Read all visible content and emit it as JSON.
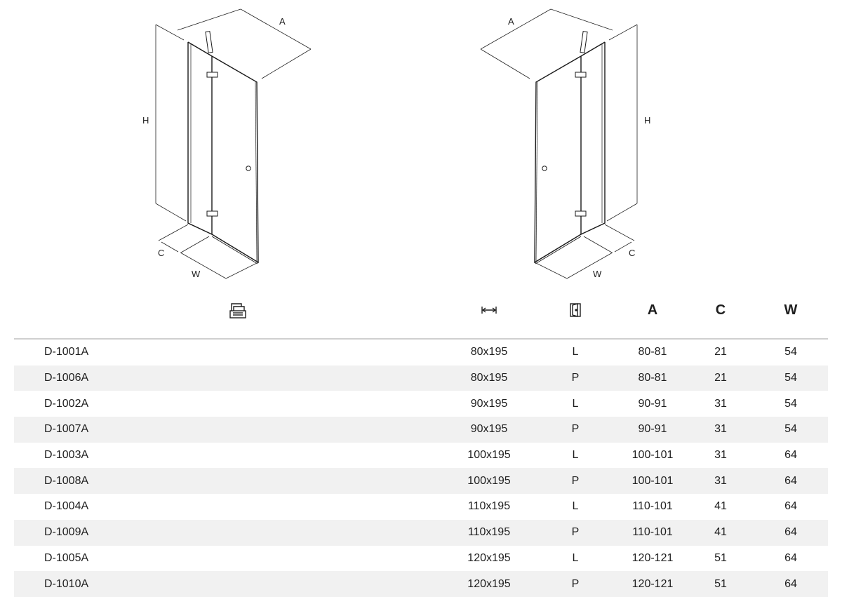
{
  "diagram_labels": {
    "left": {
      "a": "A",
      "h": "H",
      "c": "C",
      "w": "W"
    },
    "right": {
      "a": "A",
      "h": "H",
      "c": "C",
      "w": "W"
    }
  },
  "header": {
    "model_icon": "product-box-icon",
    "size_icon": "width-arrows-icon",
    "door_icon": "door-icon",
    "col_a": "A",
    "col_c": "C",
    "col_w": "W"
  },
  "rows": [
    {
      "model": "D-1001A",
      "size": "80x195",
      "dir": "L",
      "a": "80-81",
      "c": "21",
      "w": "54"
    },
    {
      "model": "D-1006A",
      "size": "80x195",
      "dir": "P",
      "a": "80-81",
      "c": "21",
      "w": "54"
    },
    {
      "model": "D-1002A",
      "size": "90x195",
      "dir": "L",
      "a": "90-91",
      "c": "31",
      "w": "54"
    },
    {
      "model": "D-1007A",
      "size": "90x195",
      "dir": "P",
      "a": "90-91",
      "c": "31",
      "w": "54"
    },
    {
      "model": "D-1003A",
      "size": "100x195",
      "dir": "L",
      "a": "100-101",
      "c": "31",
      "w": "64"
    },
    {
      "model": "D-1008A",
      "size": "100x195",
      "dir": "P",
      "a": "100-101",
      "c": "31",
      "w": "64"
    },
    {
      "model": "D-1004A",
      "size": "110x195",
      "dir": "L",
      "a": "110-101",
      "c": "41",
      "w": "64"
    },
    {
      "model": "D-1009A",
      "size": "110x195",
      "dir": "P",
      "a": "110-101",
      "c": "41",
      "w": "64"
    },
    {
      "model": "D-1005A",
      "size": "120x195",
      "dir": "L",
      "a": "120-121",
      "c": "51",
      "w": "64"
    },
    {
      "model": "D-1010A",
      "size": "120x195",
      "dir": "P",
      "a": "120-121",
      "c": "51",
      "w": "64"
    }
  ]
}
